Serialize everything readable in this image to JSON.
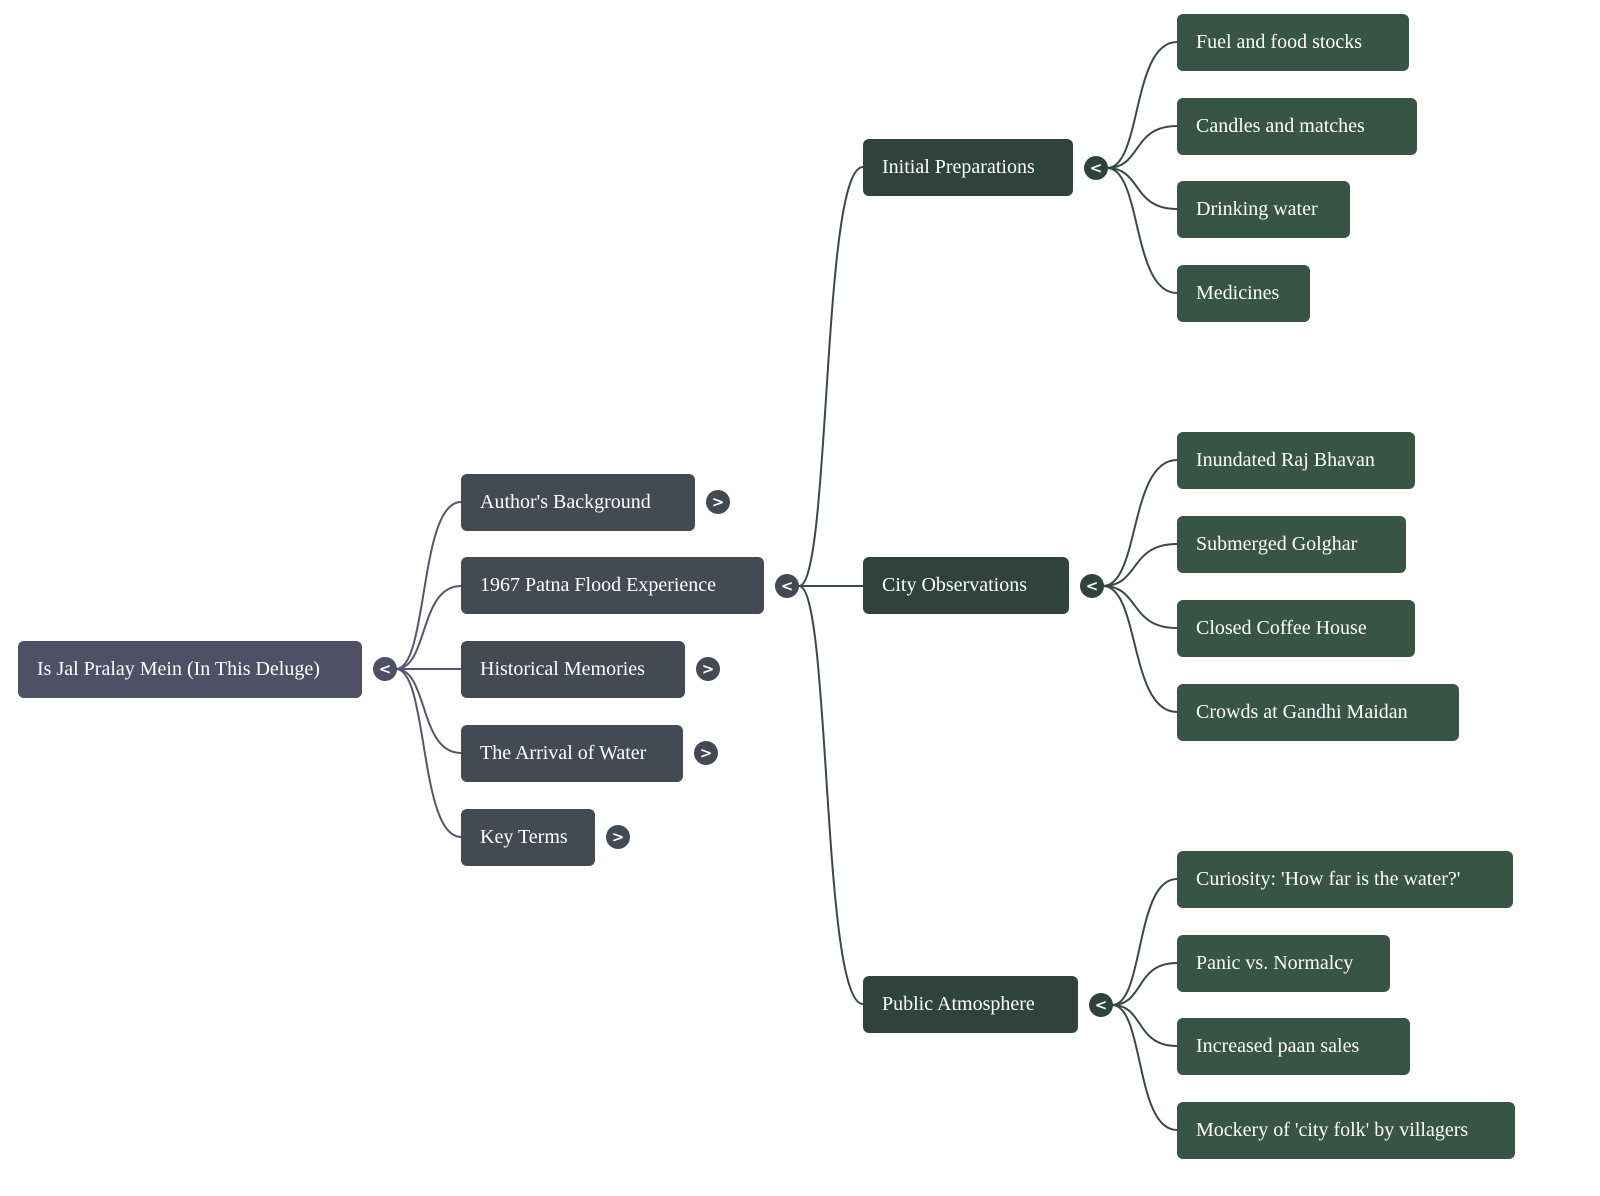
{
  "colors": {
    "root": "#4f5066",
    "level1": "#434a54",
    "level2": "#30423d",
    "level3": "#385444",
    "edge_root": "#555670",
    "edge_level2": "#394a46"
  },
  "icons": {
    "expand": ">",
    "collapse": "<"
  },
  "root": {
    "label": "Is Jal Pralay Mein (In This Deluge)"
  },
  "level1": [
    {
      "label": "Author's Background",
      "toggle": ">"
    },
    {
      "label": "1967 Patna Flood Experience",
      "toggle": "<"
    },
    {
      "label": "Historical Memories",
      "toggle": ">"
    },
    {
      "label": "The Arrival of Water",
      "toggle": ">"
    },
    {
      "label": "Key Terms",
      "toggle": ">"
    }
  ],
  "level2": [
    {
      "label": "Initial Preparations",
      "toggle": "<",
      "children": [
        "Fuel and food stocks",
        "Candles and matches",
        "Drinking water",
        "Medicines"
      ]
    },
    {
      "label": "City Observations",
      "toggle": "<",
      "children": [
        "Inundated Raj Bhavan",
        "Submerged Golghar",
        "Closed Coffee House",
        "Crowds at Gandhi Maidan"
      ]
    },
    {
      "label": "Public Atmosphere",
      "toggle": "<",
      "children": [
        "Curiosity: 'How far is the water?'",
        "Panic vs. Normalcy",
        "Increased paan sales",
        "Mockery of 'city folk' by villagers"
      ]
    }
  ]
}
